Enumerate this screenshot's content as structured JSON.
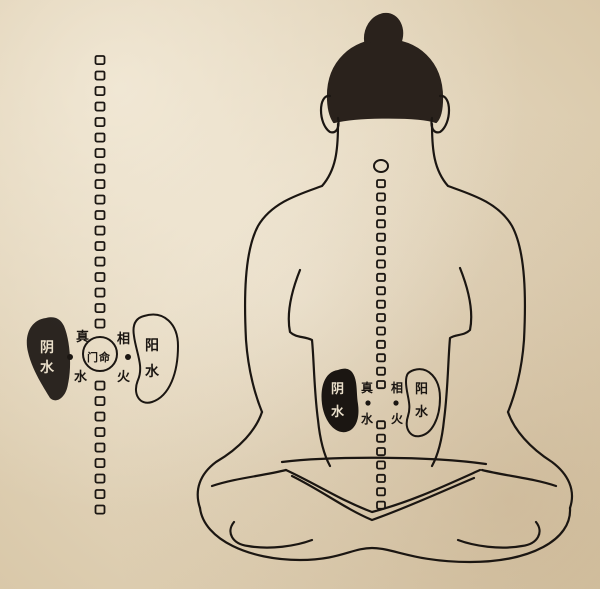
{
  "figure": {
    "colors": {
      "paper": "#e8dcc6",
      "ink": "#1b1612",
      "hair": "#2a221c"
    },
    "left_diagram": {
      "labels": {
        "yin_water_1": "阴",
        "yin_water_2": "水",
        "zhen_water_1": "真",
        "zhen_water_2": "水",
        "mingmen_1": "门",
        "mingmen_2": "命",
        "xiang_fire_1": "相",
        "xiang_fire_2": "火",
        "yang_water_1": "阳",
        "yang_water_2": "水"
      }
    },
    "right_figure": {
      "labels": {
        "yin_water_1": "阴",
        "yin_water_2": "水",
        "zhen_water_1": "真",
        "zhen_water_2": "水",
        "xiang_fire_1": "相",
        "xiang_fire_2": "火",
        "yang_water_1": "阳",
        "yang_water_2": "水"
      }
    }
  }
}
